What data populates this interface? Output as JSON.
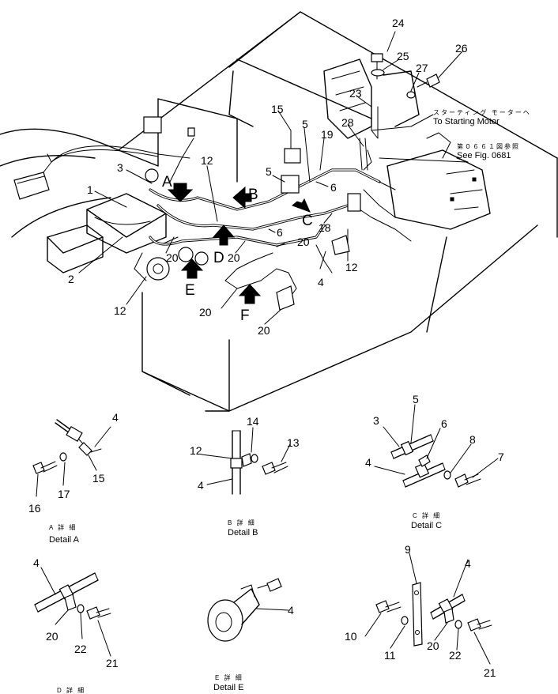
{
  "labels": {
    "p1": "1",
    "p2": "2",
    "p3": "3",
    "p4": "4",
    "p5": "5",
    "p6": "6",
    "p7": "7",
    "p8": "8",
    "p9": "9",
    "p10": "10",
    "p11": "11",
    "p12": "12",
    "p13": "13",
    "p14": "14",
    "p15": "15",
    "p16": "16",
    "p17": "17",
    "p18": "18",
    "p19": "19",
    "p20": "20",
    "p21": "21",
    "p22": "22",
    "p23": "23",
    "p24": "24",
    "p25": "25",
    "p26": "26",
    "p27": "27",
    "p28": "28"
  },
  "arrows": {
    "A": "A",
    "B": "B",
    "C": "C",
    "D": "D",
    "E": "E",
    "F": "F"
  },
  "callouts": {
    "starting_jp": "スターティング モーターヘ",
    "starting_en": "To Starting Motor",
    "fig_jp": "第０６６１図参照",
    "fig_en": "See Fig. 0681"
  },
  "details": {
    "a_jp": "A 詳 細",
    "a_en": "Detail A",
    "b_jp": "B 詳 細",
    "b_en": "Detail B",
    "c_jp": "C 詳 細",
    "c_en": "Detail C",
    "d_jp": "D 詳 細",
    "e_jp": "E 詳 細",
    "e_en": "Detail E"
  }
}
